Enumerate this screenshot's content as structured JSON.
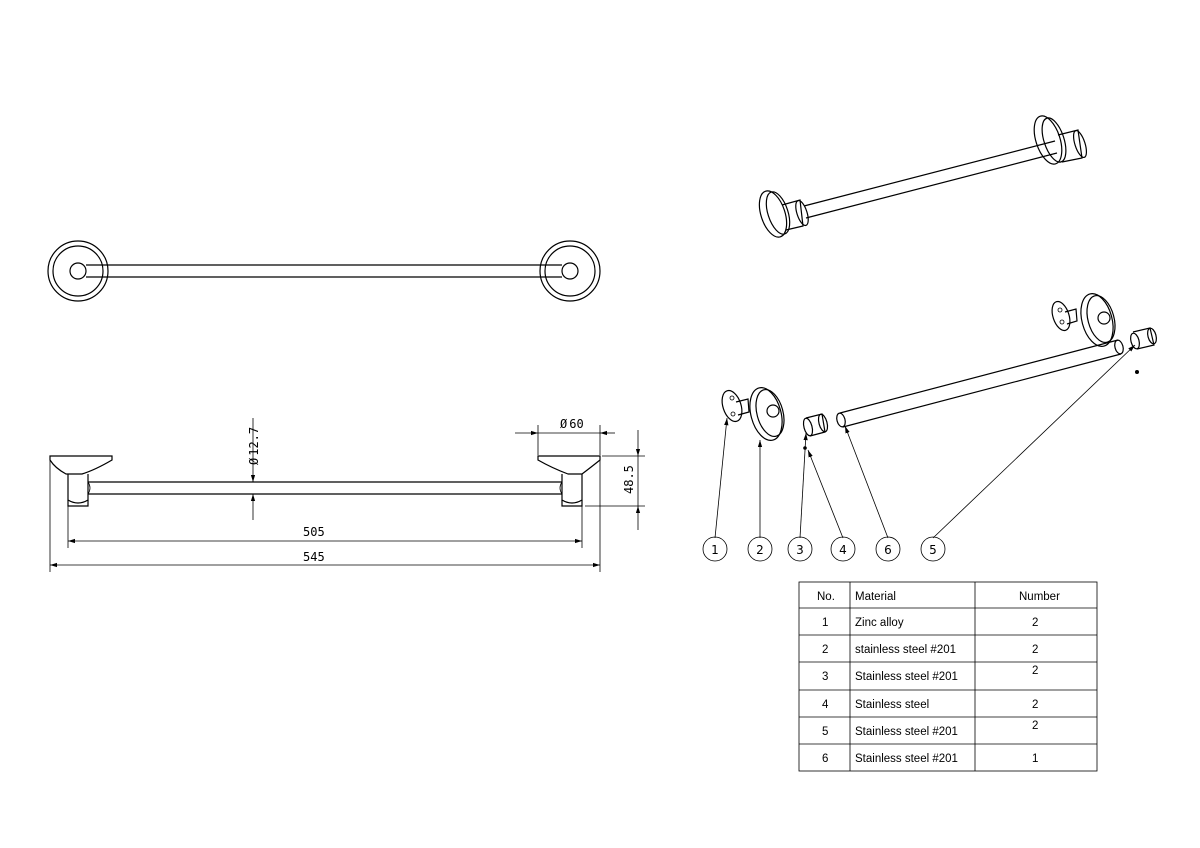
{
  "dimensions": {
    "pipe_diameter": "12.7",
    "flange_diameter": "60",
    "projection": "48.5",
    "inner_length": "505",
    "overall_length": "545",
    "diameter_symbol": "Ø"
  },
  "balloons": [
    "1",
    "2",
    "3",
    "4",
    "6",
    "5"
  ],
  "table": {
    "headers": [
      "No.",
      "Material",
      "Number"
    ],
    "rows": [
      {
        "no": "1",
        "material": "Zinc alloy",
        "number": "2"
      },
      {
        "no": "2",
        "material": "stainless steel #201",
        "number": "2"
      },
      {
        "no": "3",
        "material": "Stainless steel #201",
        "number": "2"
      },
      {
        "no": "4",
        "material": "Stainless steel",
        "number": "2"
      },
      {
        "no": "5",
        "material": "Stainless steel #201",
        "number": "2"
      },
      {
        "no": "6",
        "material": "Stainless steel #201",
        "number": "1"
      }
    ]
  }
}
